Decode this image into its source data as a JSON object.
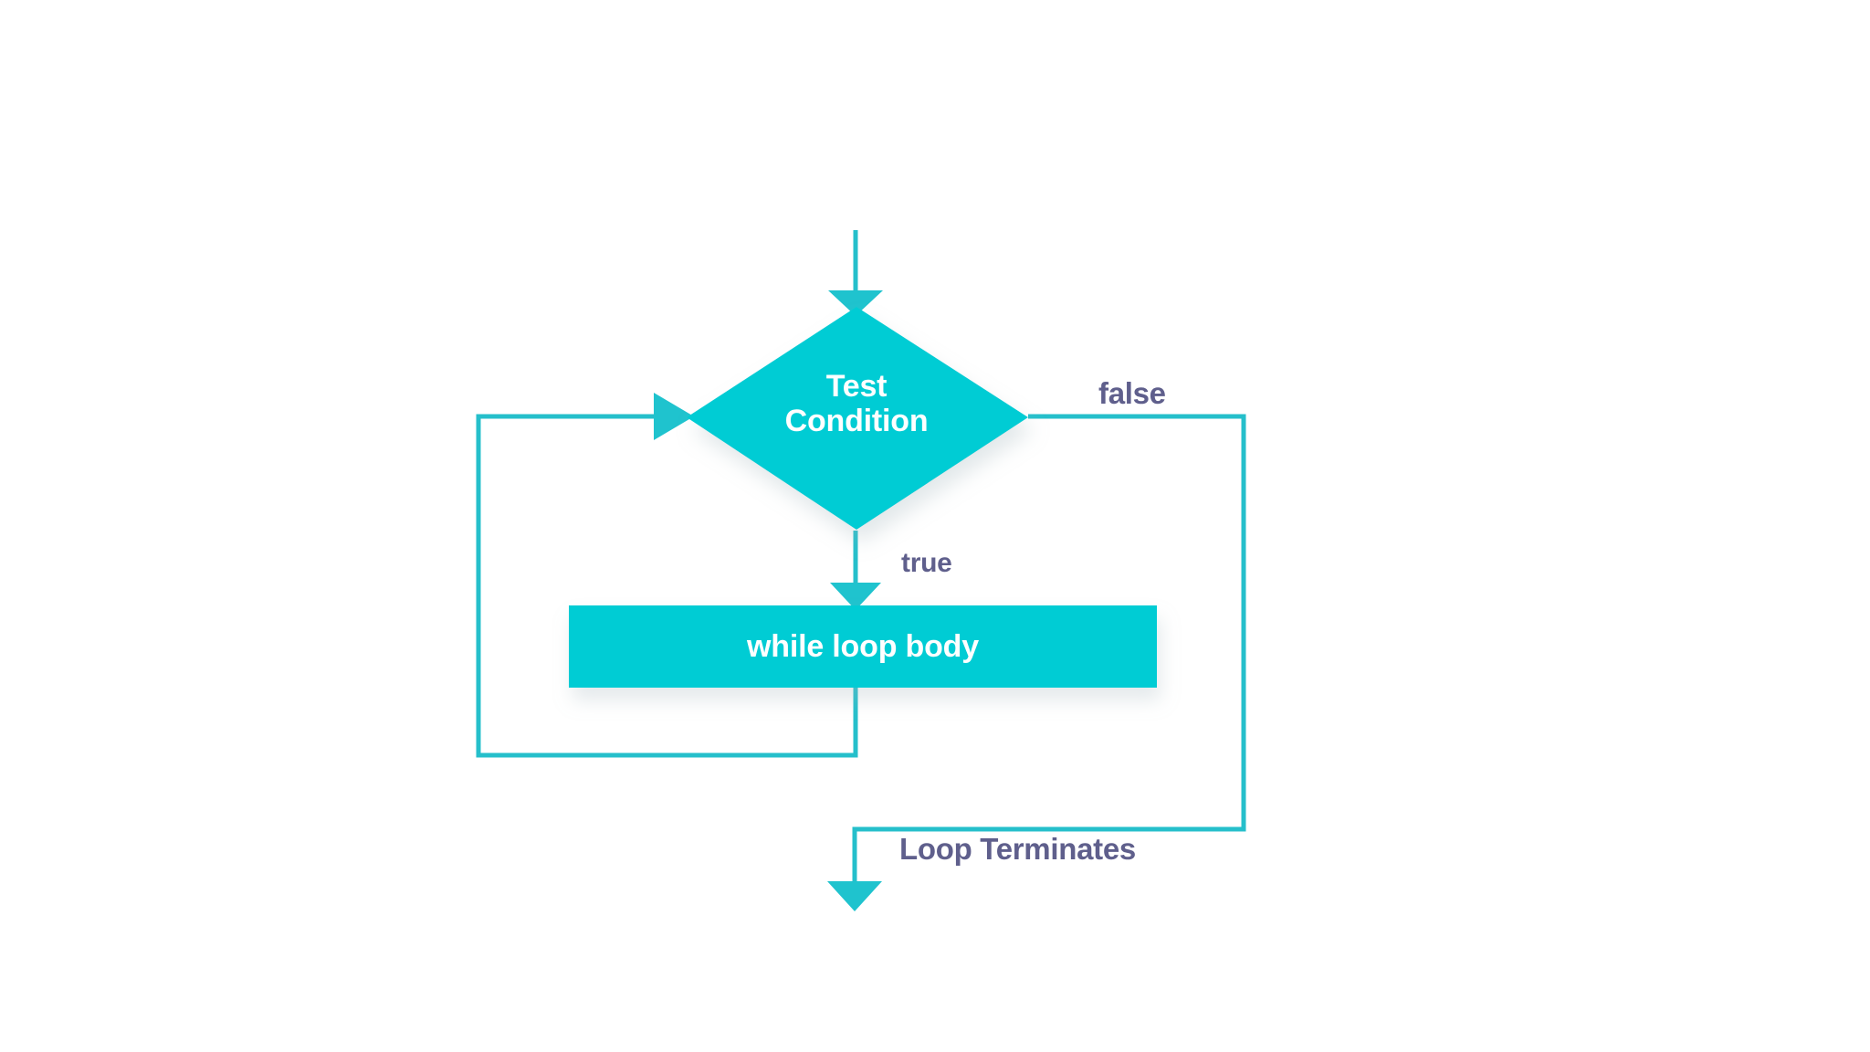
{
  "diagram": {
    "type": "flowchart",
    "subject": "while loop control flow",
    "background_color": "#ffffff",
    "palette": {
      "node_fill": "#06ccd4",
      "connector_stroke": "#25bfcb",
      "node_text": "#ffffff",
      "edge_label_text": "#5f5f8c",
      "shadow": "#e9eef0"
    },
    "nodes": [
      {
        "id": "entry",
        "kind": "entry-arrow",
        "shape": "arrow",
        "label": ""
      },
      {
        "id": "decision",
        "kind": "decision",
        "shape": "diamond",
        "label_lines": [
          "Test",
          "Condition"
        ],
        "label": "Test Condition"
      },
      {
        "id": "process",
        "kind": "process",
        "shape": "rectangle",
        "label": "while loop body"
      },
      {
        "id": "exit",
        "kind": "exit-arrow",
        "shape": "arrow",
        "label": ""
      }
    ],
    "edges": [
      {
        "id": "edge-entry-to-decision",
        "from": "entry",
        "to": "decision",
        "label": "",
        "arrow": true
      },
      {
        "id": "edge-decision-true",
        "from": "decision",
        "to": "process",
        "label": "true",
        "arrow": true
      },
      {
        "id": "edge-decision-false",
        "from": "decision",
        "to": "exit",
        "label": "false",
        "arrow": false
      },
      {
        "id": "edge-loop-back",
        "from": "process",
        "to": "decision",
        "label": "",
        "arrow": true
      },
      {
        "id": "edge-exit",
        "from": "decision",
        "to": "exit",
        "label": "Loop Terminates",
        "arrow": true
      }
    ],
    "labels": {
      "decision_line_1": "Test",
      "decision_line_2": "Condition",
      "process": "while loop body",
      "branch_true": "true",
      "branch_false": "false",
      "terminate": "Loop Terminates"
    }
  }
}
